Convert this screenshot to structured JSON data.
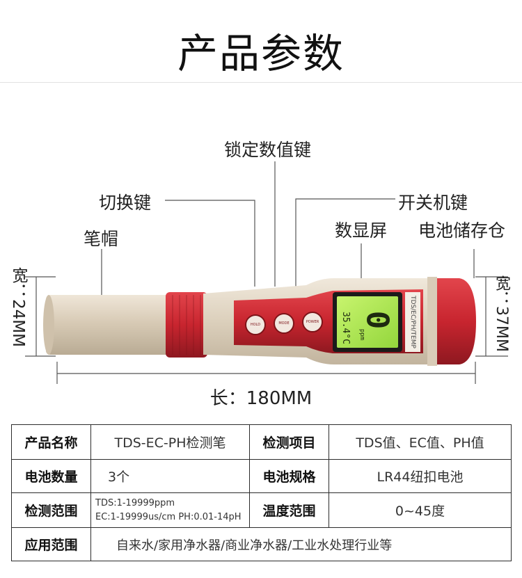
{
  "title": "产品参数",
  "callouts": {
    "lock_key": "锁定数值键",
    "switch_key": "切换键",
    "power_key": "开关机键",
    "cap": "笔帽",
    "display": "数显屏",
    "battery_bay": "电池储存仓"
  },
  "dimensions": {
    "left_width": "宽：24MM",
    "right_width": "宽：37MM",
    "length": "长：180MM"
  },
  "device": {
    "reading": "0",
    "unit": "ppm",
    "temperature": "35.4°C",
    "model_text": "TDS/EC/PH/TEMP",
    "buttons": [
      "HOLD",
      "MODE",
      "POWER"
    ]
  },
  "colors": {
    "body": "#d9ccb8",
    "accent_red": "#c8252f",
    "screen_green": "#a9e84a"
  },
  "specs": {
    "row1": {
      "label1": "产品名称",
      "value1": "TDS-EC-PH检测笔",
      "label2": "检测项目",
      "value2": "TDS值、EC值、PH值"
    },
    "row2": {
      "label1": "电池数量",
      "value1": "3个",
      "label2": "电池规格",
      "value2": "LR44纽扣电池"
    },
    "row3": {
      "label1": "检测范围",
      "range_line1": "TDS:1-19999ppm",
      "range_line2": "EC:1-19999us/cm   PH:0.01-14pH",
      "label2": "温度范围",
      "value2": "0~45度"
    },
    "row4": {
      "label1": "应用范围",
      "value1": "自来水/家用净水器/商业净水器/工业水处理行业等"
    }
  }
}
